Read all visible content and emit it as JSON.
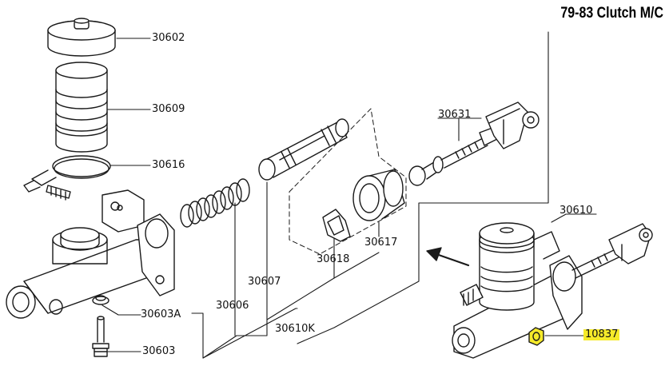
{
  "title": "79-83 Clutch M/C",
  "parts": {
    "reservoir_cap": "30602",
    "reservoir": "30609",
    "reservoir_band": "30616",
    "master_cylinder_body": "30610",
    "bushing": "30603A",
    "connector": "30603",
    "spring": "30606",
    "piston": "30607",
    "piston_kit": "30610K",
    "piston_cup": "30618",
    "dust_cover": "30617",
    "push_rod": "30631",
    "nut": "10837"
  },
  "colors": {
    "line": "#1a1a1a",
    "highlight": "#f5ea2a"
  }
}
